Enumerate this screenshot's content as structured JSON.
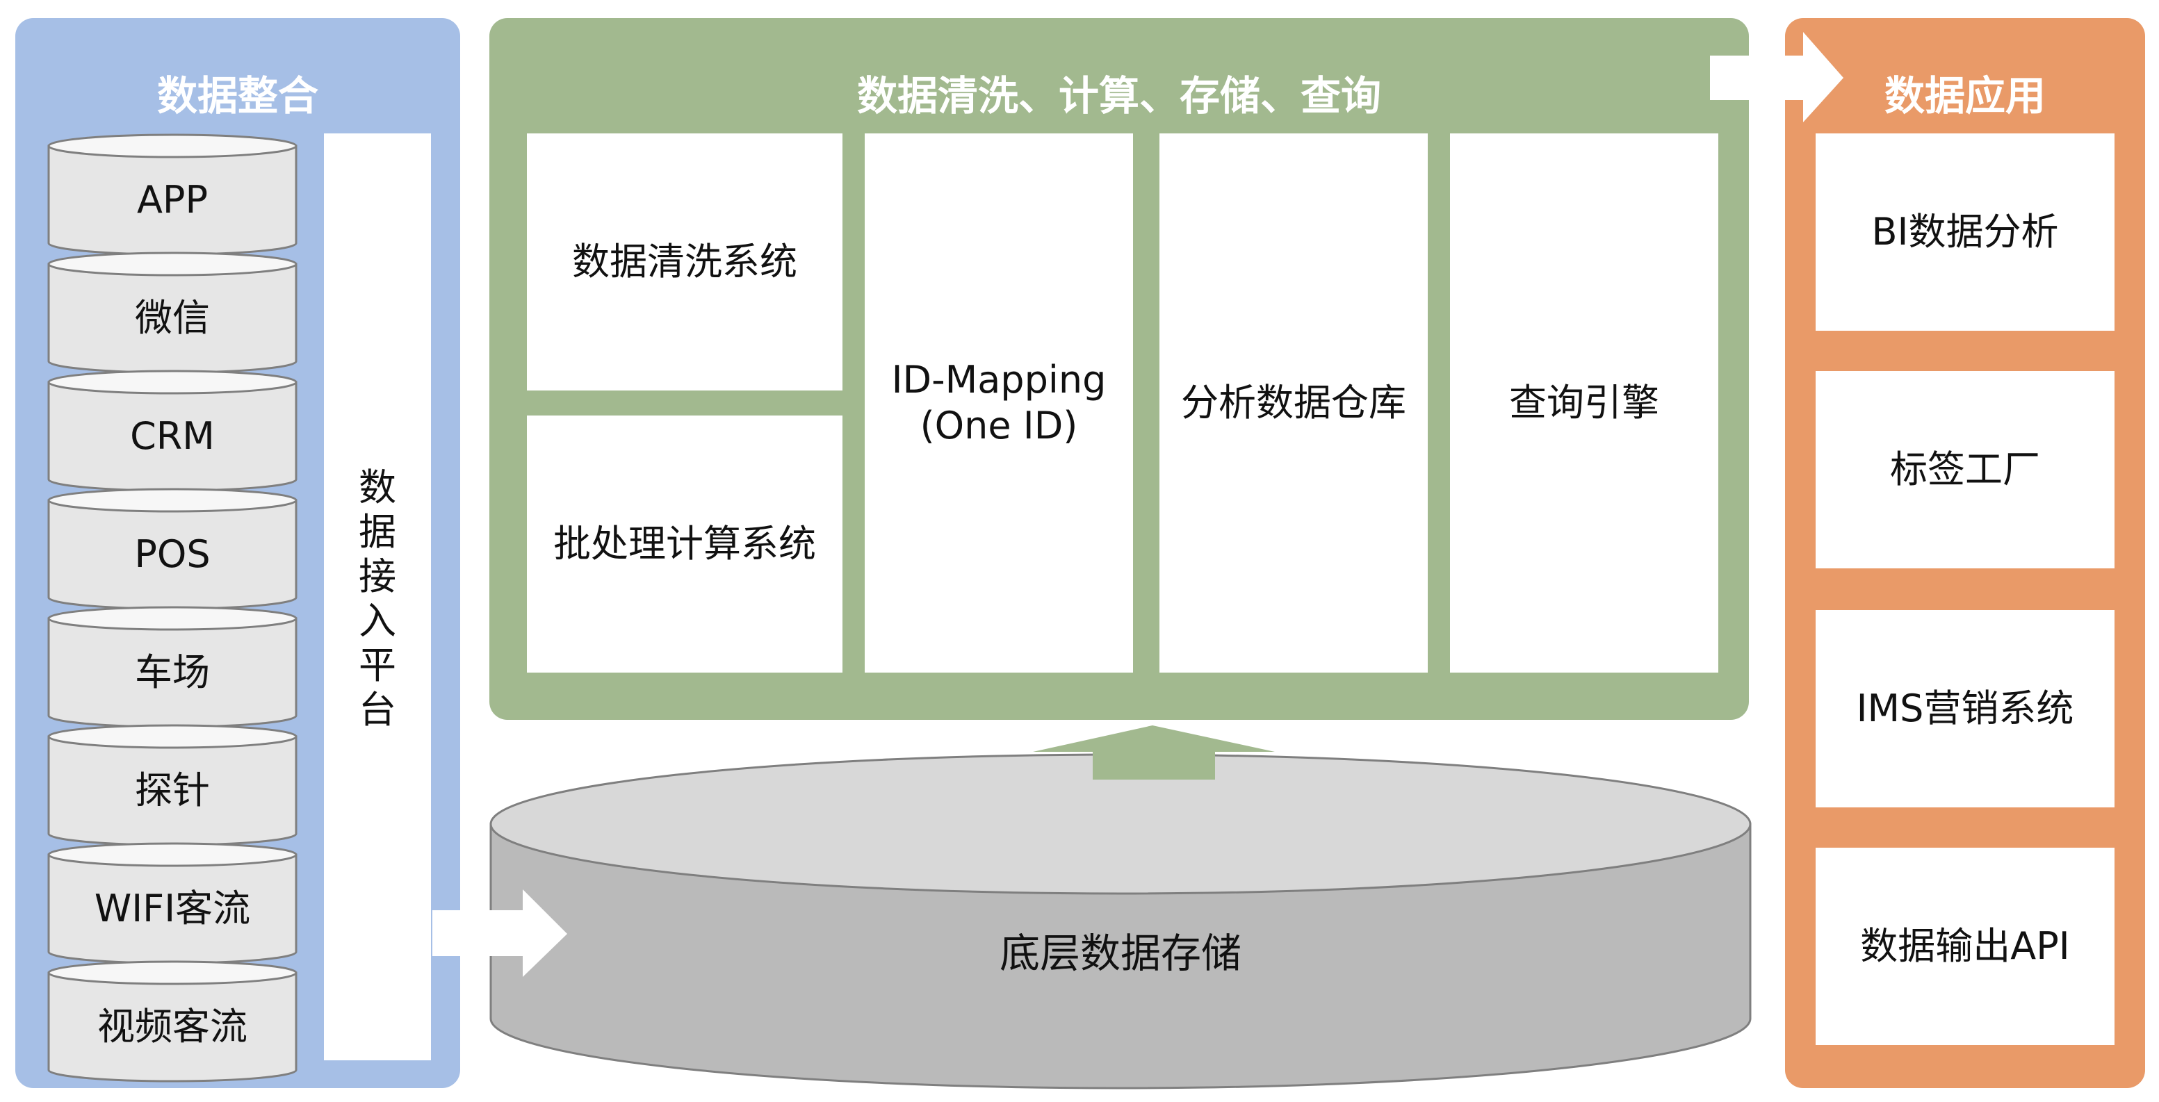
{
  "colors": {
    "integration_panel": "#a6bfe6",
    "processing_panel": "#a2b98f",
    "application_panel": "#e99a68",
    "storage_fill": "#bababa",
    "storage_top": "#d8d8d8",
    "cylinder_side": "#e6e6e6",
    "cylinder_top": "#f7f7f7",
    "line": "#7f7f7f",
    "box": "#ffffff"
  },
  "integration": {
    "title": "数据整合",
    "sources": [
      "APP",
      "微信",
      "CRM",
      "POS",
      "车场",
      "探针",
      "WIFI客流",
      "视频客流"
    ],
    "platform_chars": [
      "数",
      "据",
      "接",
      "入",
      "平",
      "台"
    ]
  },
  "processing": {
    "title": "数据清洗、计算、存储、查询",
    "cleaning_system": "数据清洗系统",
    "batch_system": "批处理计算系统",
    "id_mapping_line1": "ID-Mapping",
    "id_mapping_line2": "(One ID)",
    "warehouse": "分析数据仓库",
    "query_engine": "查询引擎"
  },
  "application": {
    "title": "数据应用",
    "items": [
      "BI数据分析",
      "标签工厂",
      "IMS营销系统",
      "数据输出API"
    ]
  },
  "storage": {
    "label": "底层数据存储"
  }
}
